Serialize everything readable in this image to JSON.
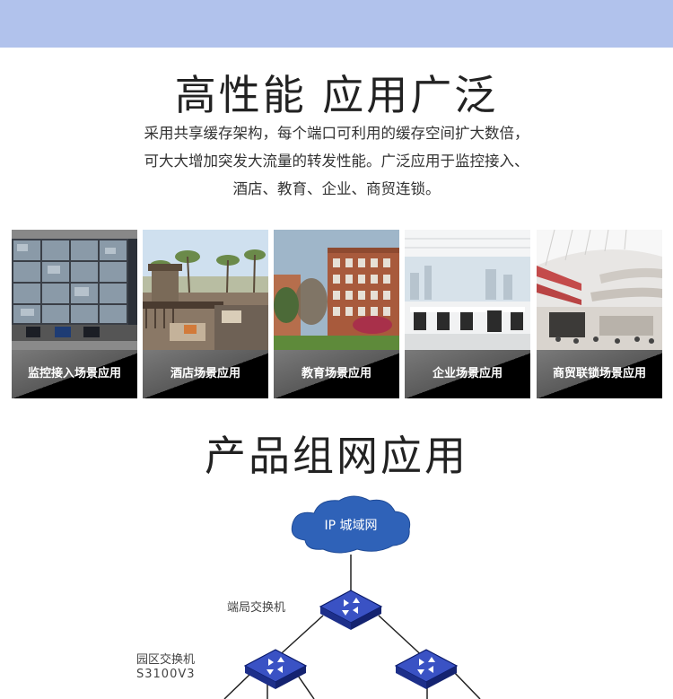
{
  "header": {
    "title": "高性能 应用广泛",
    "description_lines": [
      "采用共享缓存架构，每个端口可利用的缓存空间扩大数倍，",
      "可大大增加突发大流量的转发性能。广泛应用于监控接入、",
      "酒店、教育、企业、商贸连锁。"
    ]
  },
  "scenarios": [
    {
      "label": "监控接入场景应用"
    },
    {
      "label": "酒店场景应用"
    },
    {
      "label": "教育场景应用"
    },
    {
      "label": "企业场景应用"
    },
    {
      "label": "商贸联锁场景应用"
    }
  ],
  "network": {
    "title": "产品组网应用",
    "cloud_label": "IP 城域网",
    "core_label": "端局交换机",
    "campus_label": "园区交换机",
    "campus_model": "S3100V3"
  },
  "colors": {
    "top_band": "#b1c2ec",
    "switch_blue": "#2a3fa8",
    "cloud_blue": "#2f62b8"
  }
}
